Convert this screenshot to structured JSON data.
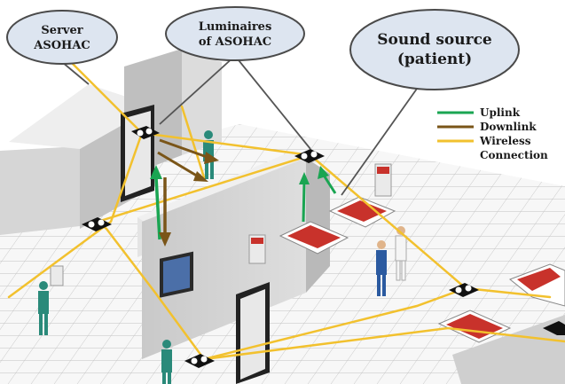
{
  "callouts": {
    "server": {
      "lines": [
        "Server",
        "ASOHAC"
      ]
    },
    "luminaires": {
      "lines": [
        "Luminaires",
        "of ASOHAC"
      ]
    },
    "sound_source": {
      "lines": [
        "Sound source",
        "(patient)"
      ]
    }
  },
  "legend": [
    {
      "label": [
        "Uplink"
      ],
      "color": "#1aa552"
    },
    {
      "label": [
        "Downlink"
      ],
      "color": "#7a5518"
    },
    {
      "label": [
        "Wireless",
        "Connection"
      ],
      "color": "#f2c12e"
    }
  ],
  "colors": {
    "uplink": "#1aa552",
    "downlink": "#7a5518",
    "wireless": "#f2c12e",
    "callout_fill": "#dde5f0",
    "callout_stroke": "#4a4a4a",
    "wall": "#d3d3d3",
    "floor": "#f4f4f4",
    "bed": "#c8322b",
    "staff": "#2a8a7a"
  }
}
